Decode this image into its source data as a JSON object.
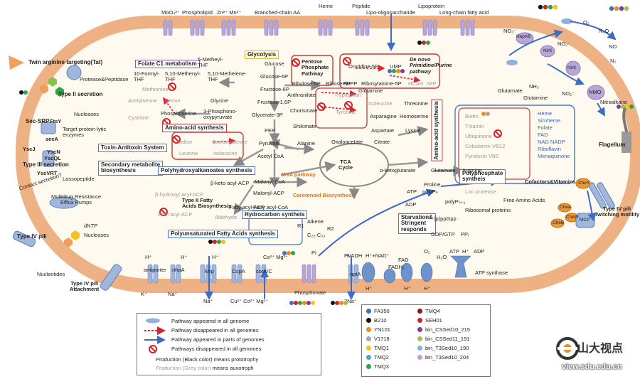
{
  "membrane_transport": {
    "top": [
      "MoO₄²⁻",
      "Phospholipid",
      "Zn²⁺ Mn²⁺",
      "Branched-chain AA",
      "Heme",
      "Peptide",
      "Lipo-oligosaccharide",
      "Lipoprotein",
      "Long-chain fatty acid"
    ],
    "bottom": [
      "antiporter",
      "nhaA",
      "Mrp",
      "CopA",
      "corA/C",
      "nptA"
    ],
    "bottom_ions": [
      "H⁺",
      "H⁺",
      "H⁺",
      "Co²⁺ Mg²⁺",
      "K⁺",
      "Na⁺",
      "Na⁺",
      "Cu²⁺ Co²⁺ Mg²⁺",
      "3Na⁺",
      "Phosphonate",
      "Pi",
      "Pi"
    ]
  },
  "secretion": {
    "tat": "Twin arginine targeting(Tat)",
    "protease": "Protease&Peptidase",
    "type2": "Type II secretion",
    "nucleases": "Nucleases",
    "secsrp": "Sec-SRP",
    "ftsy": "FtsY",
    "target": "Target protein-lytic enzymes",
    "seca": "secA",
    "yscj": "YscJ",
    "yscn": "YscN",
    "yscql": "YscQL",
    "type3": "Type III secretion",
    "yscvrt": "YscVRT",
    "contact": "Contact secretion?",
    "lasso": "Lassopeptide",
    "multidrug": "Multidrug Resistance\nEfflux Pumps",
    "dntp": "dNTP",
    "nucleases2": "Nucleases",
    "type4": "Type IV pili",
    "nucleotides": "Nucleotides",
    "type4attach": "Type IV pili\nAttachment",
    "toxin": "Toxin-Antitoxin System",
    "secondary": "Secondary metabolite\nbiosynthesis"
  },
  "pathways": {
    "folate": "Folate C1 metabolism",
    "glycolysis": "Glycolysis",
    "ppp": "Pentose\nPhosphate\nPathway",
    "denovo": "De novo\nPrimidine/Purine\npathway",
    "aa1": "Amino-acid synthesis",
    "aa2": "Amino-acid synthesis",
    "pha": "Polyhydroxyalkanoates synthesis",
    "t2fa": "Type II Fatty\nAcids Biosynthesis",
    "mva": "MVA pathway",
    "carot": "Carotenoid Biosynthesis",
    "hydrocarbon": "Hydrocarbon syntheis",
    "pufa": "Polyunsaturated Fatty Acids synthesis",
    "tca": "TCA\nCycle",
    "polyp": "Polyphosphate\nsyntheis",
    "starv": "Starvation&\nStringent\nresponds",
    "cofactors": "Cofactors&Vitamins"
  },
  "metabolites": {
    "folate": [
      "5-Metheyl-\nTHF",
      "10-Formyl-\nTHF",
      "5,10-Methenyl-\nTHF",
      "5,10-Methelene-\nTHF",
      "Methionine",
      "Serine",
      "Glycine",
      "Acetylserine",
      "Phosphoserine",
      "3-Phosphono-\noxypyruvate",
      "Cysteine"
    ],
    "glycolysis": [
      "Glucose",
      "Glucose-6P",
      "Fructose-6P",
      "Fructose-1,6P",
      "Glycerate-3P",
      "PEP",
      "Pyruvate"
    ],
    "ppp": [
      "Ribulose-5P",
      "Ribose-5P",
      "PRPP"
    ],
    "nucleotide": [
      "Orotidine-5P",
      "UMP",
      "Ribosylamine-5P",
      "HCAR",
      "IMP",
      "Glutamine"
    ],
    "aa_center": [
      "Anthranilate",
      "Tryptophan",
      "Chorismate",
      "Tyrosine",
      "Shikimate",
      "Isoleucine",
      "Asparagine",
      "Homoserine",
      "Threonine",
      "Aspartate",
      "Lysine"
    ],
    "aa_left": [
      "Valine",
      "Oxoisovalerate",
      "Leucine",
      "Isoleucine",
      "Alanine"
    ],
    "fa": [
      "Acetyl CoA",
      "Malonyl-CoA",
      "β-keto acyl-ACP",
      "β-hydroxyl acyl-ACP",
      "Fatty acyl-ACP",
      "Enol acyl-ACP",
      "Malonyl-ACP",
      "Fatty acyl-CoA",
      "Aldehyde",
      "Alkene",
      "R1",
      "R2",
      "C₂₃-C₃₃"
    ],
    "tca": [
      "Oxaloacetate",
      "Citrate",
      "α-ketoglutarate",
      "Glutamate",
      "Arginine",
      "Proline"
    ],
    "polyp": [
      "ATP",
      "polyPₙ",
      "polyPₙ₊₁",
      "ADP",
      "Lon protease",
      "Free Amino Acids",
      "Ribosomal proteins",
      "(p)ppGpp",
      "GDP/GTP",
      "PPᵢ"
    ],
    "cofactor_absent": [
      "Biotin",
      "Thiamin",
      "Ubiquinone",
      "Cobalamin VB12",
      "Pyridoxin VB6"
    ],
    "cofactor_present": [
      "Heme",
      "Siroheme",
      "Folate",
      "FAD",
      "NAD NADP",
      "Riboflavin",
      "Menaquinone"
    ],
    "nitrogen": [
      "NO₃⁻",
      "NO₂⁻",
      "NO",
      "N₂O",
      "N₂",
      "O₂",
      "Glutamate",
      "NH₃",
      "Glutamine",
      "NO₂⁻",
      "NMO",
      "Nitroalkane",
      "NapAB",
      "NirK",
      "NirK"
    ],
    "etc": [
      "NADH",
      "H⁺+NAD⁺",
      "FAD",
      "FADH₂",
      "O₂",
      "H₂O",
      "ATP",
      "H⁺",
      "ADP",
      "ATP synthase",
      "H⁺",
      "H⁺",
      "H⁺"
    ],
    "motility": [
      "Flagellum",
      "CheY",
      "CheA",
      "CheW",
      "CheB",
      "MCP",
      "Type IV pili\nTwitching motility"
    ]
  },
  "legend": {
    "items": [
      "Pathway appeared in all genome",
      "Pathway disappeared in all genomes",
      "Pathway appeared in parts of genomes",
      "Pathways disappeared in all genomes",
      "Production (Black color) means prototrophy",
      "Production (Grey color) means auxotroph"
    ],
    "prod_black_a": "Production (Black color)",
    "prod_black_b": " means prototrophy",
    "prod_grey_a": "Production (Grey color)",
    "prod_grey_b": " means auxotroph",
    "genomes_left": [
      {
        "name": "FA350",
        "color": "#3f6fc0"
      },
      {
        "name": "B210",
        "color": "#111111"
      },
      {
        "name": "YN101",
        "color": "#f08a24"
      },
      {
        "name": "V1718",
        "color": "#a6a6a6"
      },
      {
        "name": "TMQ1",
        "color": "#f3c31c"
      },
      {
        "name": "TMQ2",
        "color": "#5b9bd5"
      },
      {
        "name": "TMQ3",
        "color": "#33a04a"
      }
    ],
    "genomes_right": [
      {
        "name": "TMQ4",
        "color": "#8b1a1a"
      },
      {
        "name": "SEH01",
        "color": "#c6281f"
      },
      {
        "name": "bin_CSSed10_215",
        "color": "#7a3da0"
      },
      {
        "name": "bin_CSSed11_191",
        "color": "#9ec24a"
      },
      {
        "name": "bin_T3Sed10_190",
        "color": "#7fb4e0"
      },
      {
        "name": "bin_T3Sed10_204",
        "color": "#c89ad8"
      }
    ]
  },
  "watermark": {
    "cn": "山大视点",
    "url": "view.sdu.edu.cn"
  }
}
